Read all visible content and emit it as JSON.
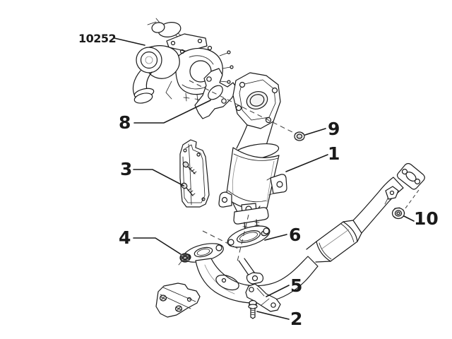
{
  "diagram": {
    "callouts": [
      {
        "label": "10252"
      },
      {
        "label": "1"
      },
      {
        "label": "2"
      },
      {
        "label": "3"
      },
      {
        "label": "4"
      },
      {
        "label": "5"
      },
      {
        "label": "6"
      },
      {
        "label": "8"
      },
      {
        "label": "9"
      },
      {
        "label": "10"
      }
    ],
    "colors": {
      "ink": "#1a1a1a",
      "background": "#ffffff",
      "shade_light": "#f3f3f3",
      "shade_mid": "#dedede",
      "shade_dark": "#4a4a4a"
    }
  }
}
